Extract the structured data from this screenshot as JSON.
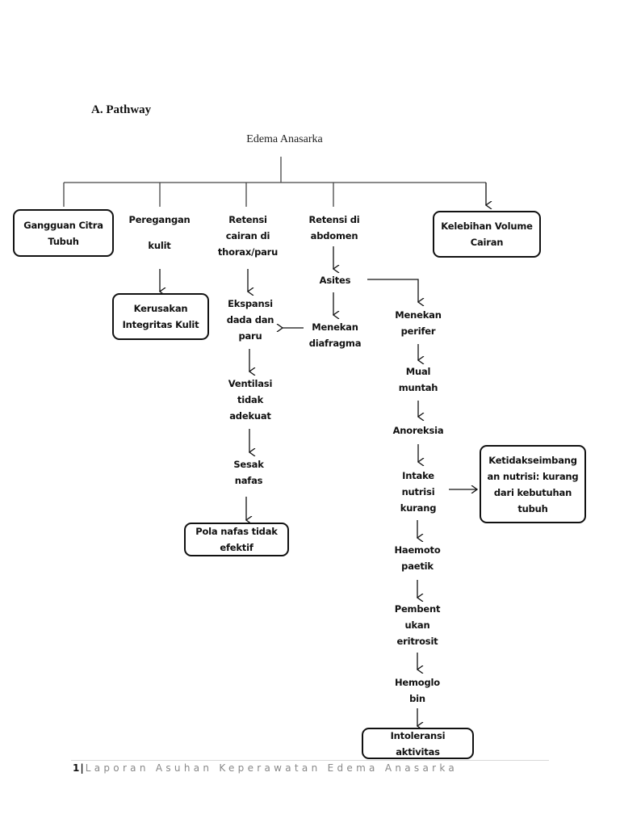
{
  "section_heading": "A.  Pathway",
  "root": "Edema Anasarka",
  "nodes": {
    "gangguan_citra": [
      "Gangguan Citra",
      "Tubuh"
    ],
    "peregangan": [
      "Peregangan",
      "kulit"
    ],
    "retensi_thorax": [
      "Retensi",
      "cairan di",
      "thorax/paru"
    ],
    "retensi_abdomen": [
      "Retensi di",
      "abdomen"
    ],
    "kelebihan_volume": [
      "Kelebihan Volume",
      "Cairan"
    ],
    "kerusakan_integritas": [
      "Kerusakan",
      "Integritas Kulit"
    ],
    "asites": "Asites",
    "ekspansi": [
      "Ekspansi",
      "dada dan",
      "paru"
    ],
    "menekan_diafragma": [
      "Menekan",
      "diafragma"
    ],
    "menekan_perifer": [
      "Menekan",
      "perifer"
    ],
    "ventilasi": [
      "Ventilasi",
      "tidak",
      "adekuat"
    ],
    "mual": [
      "Mual",
      "muntah"
    ],
    "anoreksia": "Anoreksia",
    "sesak": [
      "Sesak",
      "nafas"
    ],
    "intake": [
      "Intake",
      "nutrisi",
      "kurang"
    ],
    "ketidakseimbangan": [
      "Ketidakseimbang",
      "an nutrisi: kurang",
      "dari kebutuhan",
      "tubuh"
    ],
    "pola_nafas": "Pola nafas tidak efektif",
    "haemotopoetik": [
      "Haemoto",
      "paetik"
    ],
    "pembentukan": [
      "Pembent",
      "ukan",
      "eritrosit"
    ],
    "hemoglobin": [
      "Hemoglo",
      "bin"
    ],
    "intoleransi": "Intoleransi aktivitas"
  },
  "footer": {
    "page_number": "1",
    "separator": "|",
    "title": "Laporan Asuhan Keperawatan Edema Anasarka"
  }
}
